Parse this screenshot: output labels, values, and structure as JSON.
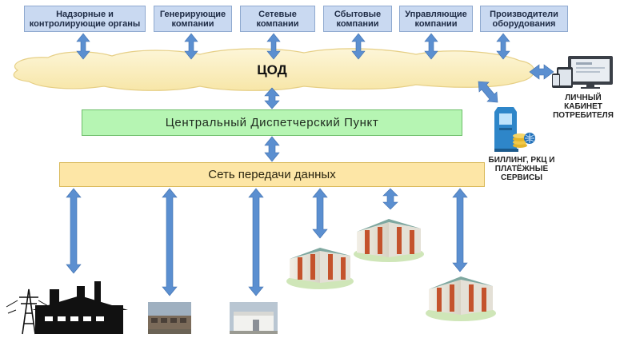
{
  "top_boxes": [
    {
      "label": "Надзорные и контролирующие органы"
    },
    {
      "label": "Генерирующие компании"
    },
    {
      "label": "Сетевые компании"
    },
    {
      "label": "Сбытовые компании"
    },
    {
      "label": "Управляющие компании"
    },
    {
      "label": "Производители оборудования"
    }
  ],
  "cloud": {
    "label": "ЦОД"
  },
  "dispatch": {
    "label": "Центральный Диспетчерский Пункт"
  },
  "network": {
    "label": "Сеть передачи данных"
  },
  "consumer": {
    "label": "ЛИЧНЫЙ КАБИНЕТ ПОТРЕБИТЕЛЯ"
  },
  "billing": {
    "label": "БИЛЛИНГ, РКЦ И ПЛАТЁЖНЫЕ СЕРВИСЫ"
  },
  "colors": {
    "arrow": "#5b8fd0",
    "top_box": "#c9d9f1",
    "cloud": "#fbf1c7",
    "dispatch": "#b6f5b3",
    "network": "#fde6a6"
  }
}
